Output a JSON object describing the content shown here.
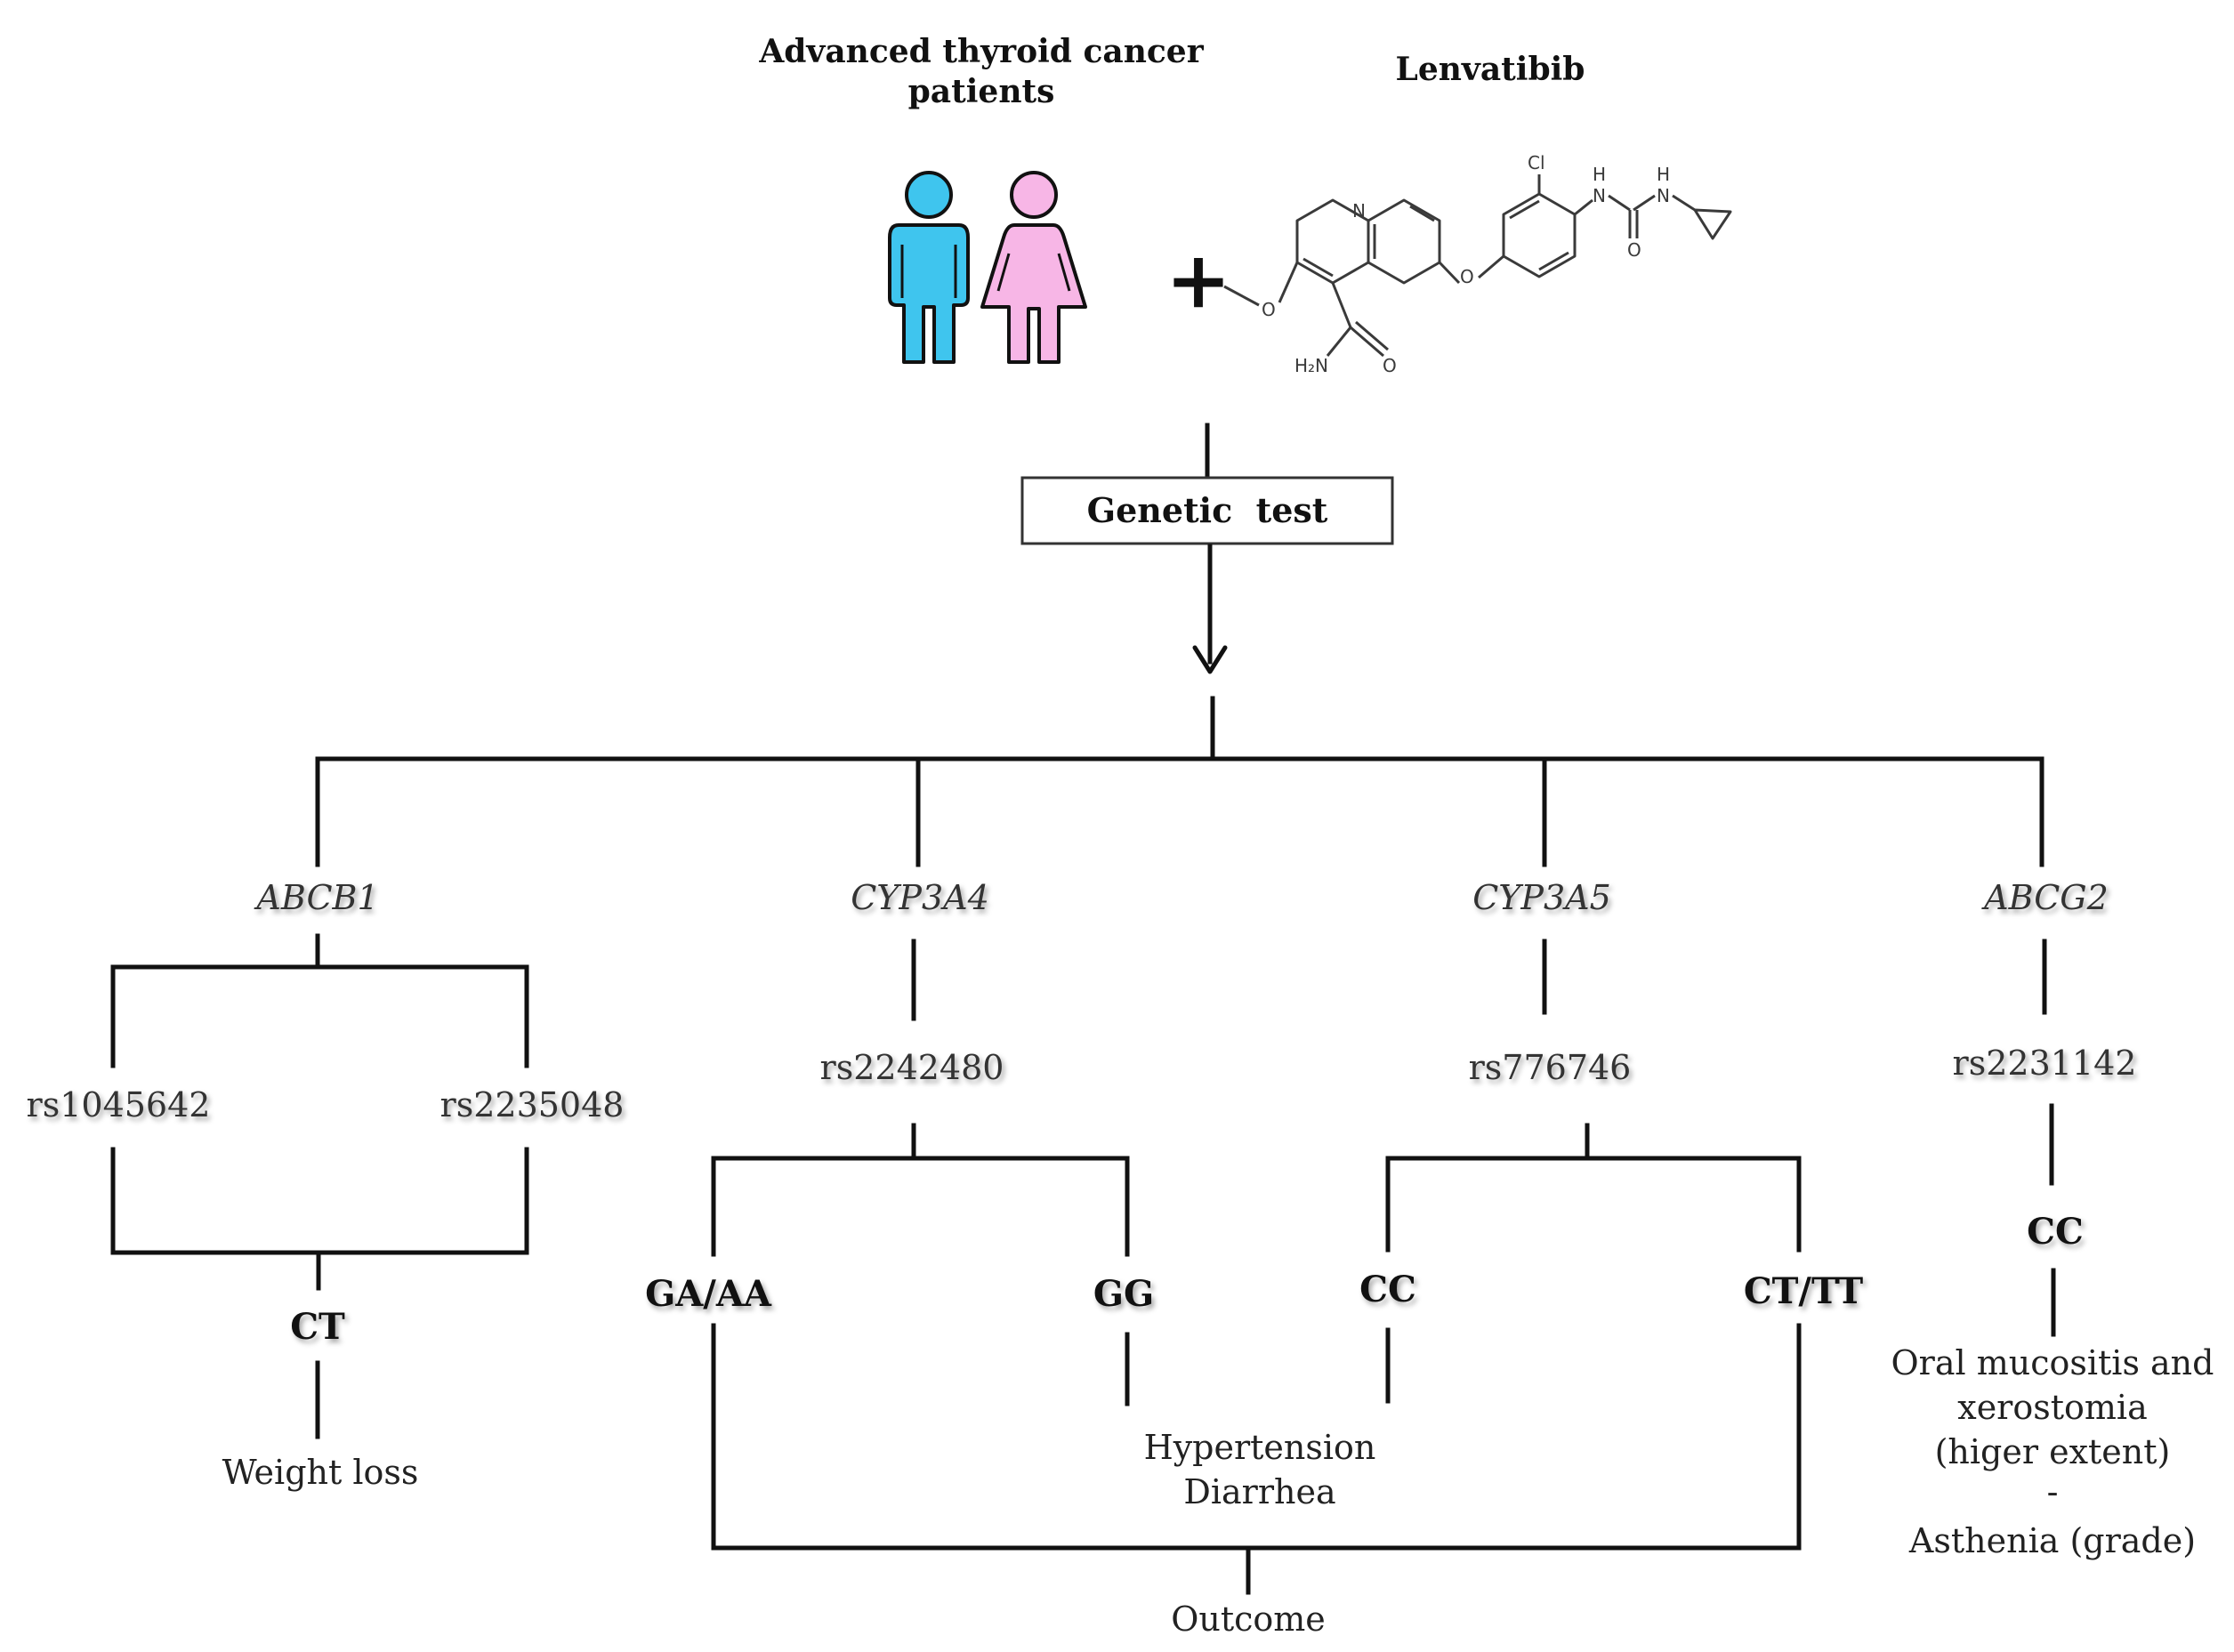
{
  "header": {
    "patients_title_line1": "Advanced thyroid cancer",
    "patients_title_line2": "patients",
    "drug_title": "Lenvatibib",
    "plus": "+",
    "icons": [
      "male-person-icon",
      "female-person-icon"
    ],
    "colors": {
      "male": "#3fc5ee",
      "female": "#f7b6e6"
    }
  },
  "molecule": {
    "atoms": {
      "cl": "Cl",
      "n_quinoline": "N",
      "n_h1": "H",
      "n_1": "N",
      "n_h2": "H",
      "n_2": "N",
      "o_ether": "O",
      "o_carbonyl": "O",
      "o_methoxy": "O",
      "o_amide": "O",
      "nh2": "H₂N"
    }
  },
  "genetic_test": {
    "label": "Genetic  test"
  },
  "genes": {
    "abcb1": {
      "name": "ABCB1",
      "snps": [
        "rs1045642",
        "rs2235048"
      ],
      "genotype": "CT",
      "outcome": "Weight loss"
    },
    "cyp3a4": {
      "name": "CYP3A4",
      "snp": "rs2242480",
      "genotypes": [
        "GA/AA",
        "GG"
      ]
    },
    "cyp3a5": {
      "name": "CYP3A5",
      "snp": "rs776746",
      "genotypes": [
        "CC",
        "CT/TT"
      ]
    },
    "abcg2": {
      "name": "ABCG2",
      "snp": "rs2231142",
      "genotype": "CC",
      "outcome_lines": [
        "Oral mucositis and",
        "xerostomia",
        "(higer extent)",
        "-",
        "Asthenia (grade)"
      ]
    }
  },
  "shared_outcome": {
    "lines": [
      "Hypertension",
      "Diarrhea"
    ],
    "label": "Outcome"
  }
}
